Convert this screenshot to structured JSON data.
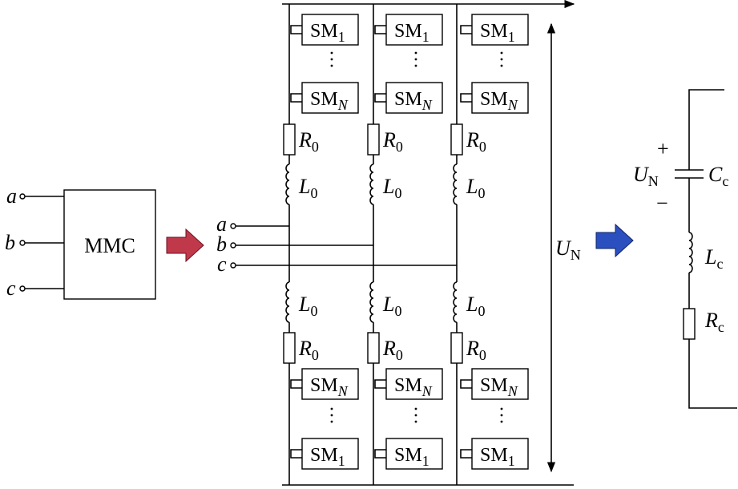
{
  "converter": {
    "label": "MMC",
    "phases": [
      "a",
      "b",
      "c"
    ]
  },
  "arrows": {
    "left_color": "#c0394b",
    "right_color": "#2b4fbf"
  },
  "circuit": {
    "phases": [
      "a",
      "b",
      "c"
    ],
    "submodule_first": {
      "base": "SM",
      "sub": "1"
    },
    "submodule_last": {
      "base": "SM",
      "sub": "N"
    },
    "resistor": {
      "base": "R",
      "sub": "0"
    },
    "inductor": {
      "base": "L",
      "sub": "0"
    },
    "dc_voltage": {
      "base": "U",
      "sub": "N"
    }
  },
  "equivalent": {
    "voltage": {
      "base": "U",
      "sub": "N"
    },
    "plus": "+",
    "minus": "−",
    "capacitor": {
      "base": "C",
      "sub": "c"
    },
    "inductor": {
      "base": "L",
      "sub": "c"
    },
    "resistor": {
      "base": "R",
      "sub": "c"
    }
  }
}
